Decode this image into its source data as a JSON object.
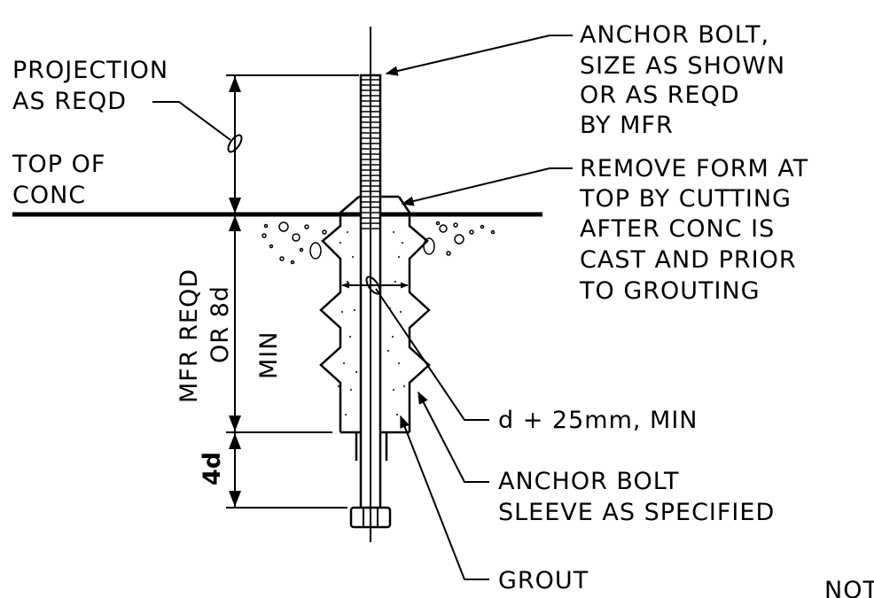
{
  "labels": {
    "projection": [
      "PROJECTION",
      "AS REQD"
    ],
    "top_of_conc": [
      "TOP OF",
      "CONC"
    ],
    "anchor_bolt": [
      "ANCHOR BOLT,",
      "SIZE AS SHOWN",
      "OR AS REQD",
      "BY MFR"
    ],
    "remove_form": [
      "REMOVE FORM AT",
      "TOP BY CUTTING",
      "AFTER CONC IS",
      "CAST AND PRIOR",
      "TO GROUTING"
    ],
    "embed_depth": [
      "MFR REQD",
      "OR 8d"
    ],
    "min": "MIN",
    "four_d": "4d",
    "sleeve_dia": "d + 25mm, MIN",
    "sleeve": [
      "ANCHOR BOLT",
      "SLEEVE AS SPECIFIED"
    ],
    "grout": "GROUT",
    "note_fragment": "NOTI"
  },
  "colors": {
    "line": "#000000",
    "background": "#ffffff"
  }
}
